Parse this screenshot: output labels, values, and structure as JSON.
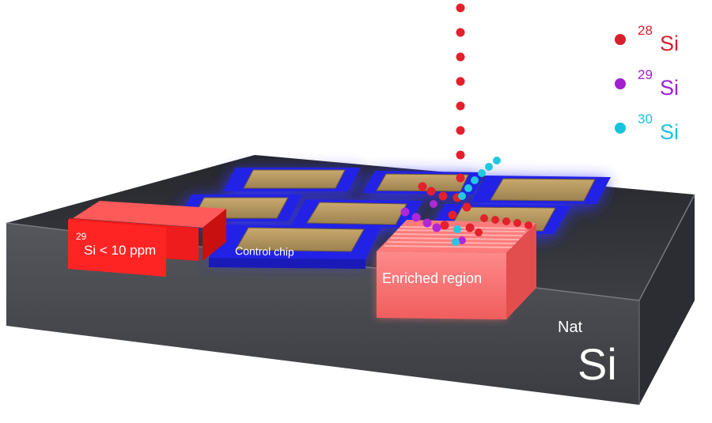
{
  "legend": {
    "si28": {
      "mass": "28",
      "symbol": "Si",
      "color": "#d81f2b"
    },
    "si29": {
      "mass": "29",
      "symbol": "Si",
      "color": "#a020d0"
    },
    "si30": {
      "mass": "30",
      "symbol": "Si",
      "color": "#18c4dc"
    }
  },
  "labels": {
    "depleted_mass": "29",
    "depleted_text": "Si < 10 ppm",
    "control_chip": "Control chip",
    "enriched_region": "Enriched region",
    "substrate_sup": "Nat",
    "substrate_symbol": "Si"
  },
  "colors": {
    "substrate_top": "#2f3034",
    "substrate_side": "#4a4c52",
    "chip_glow": "#2020ff",
    "pad_gold": "#b39660",
    "enriched": "#ff6b6b",
    "depleted": "#ff2a2a"
  }
}
